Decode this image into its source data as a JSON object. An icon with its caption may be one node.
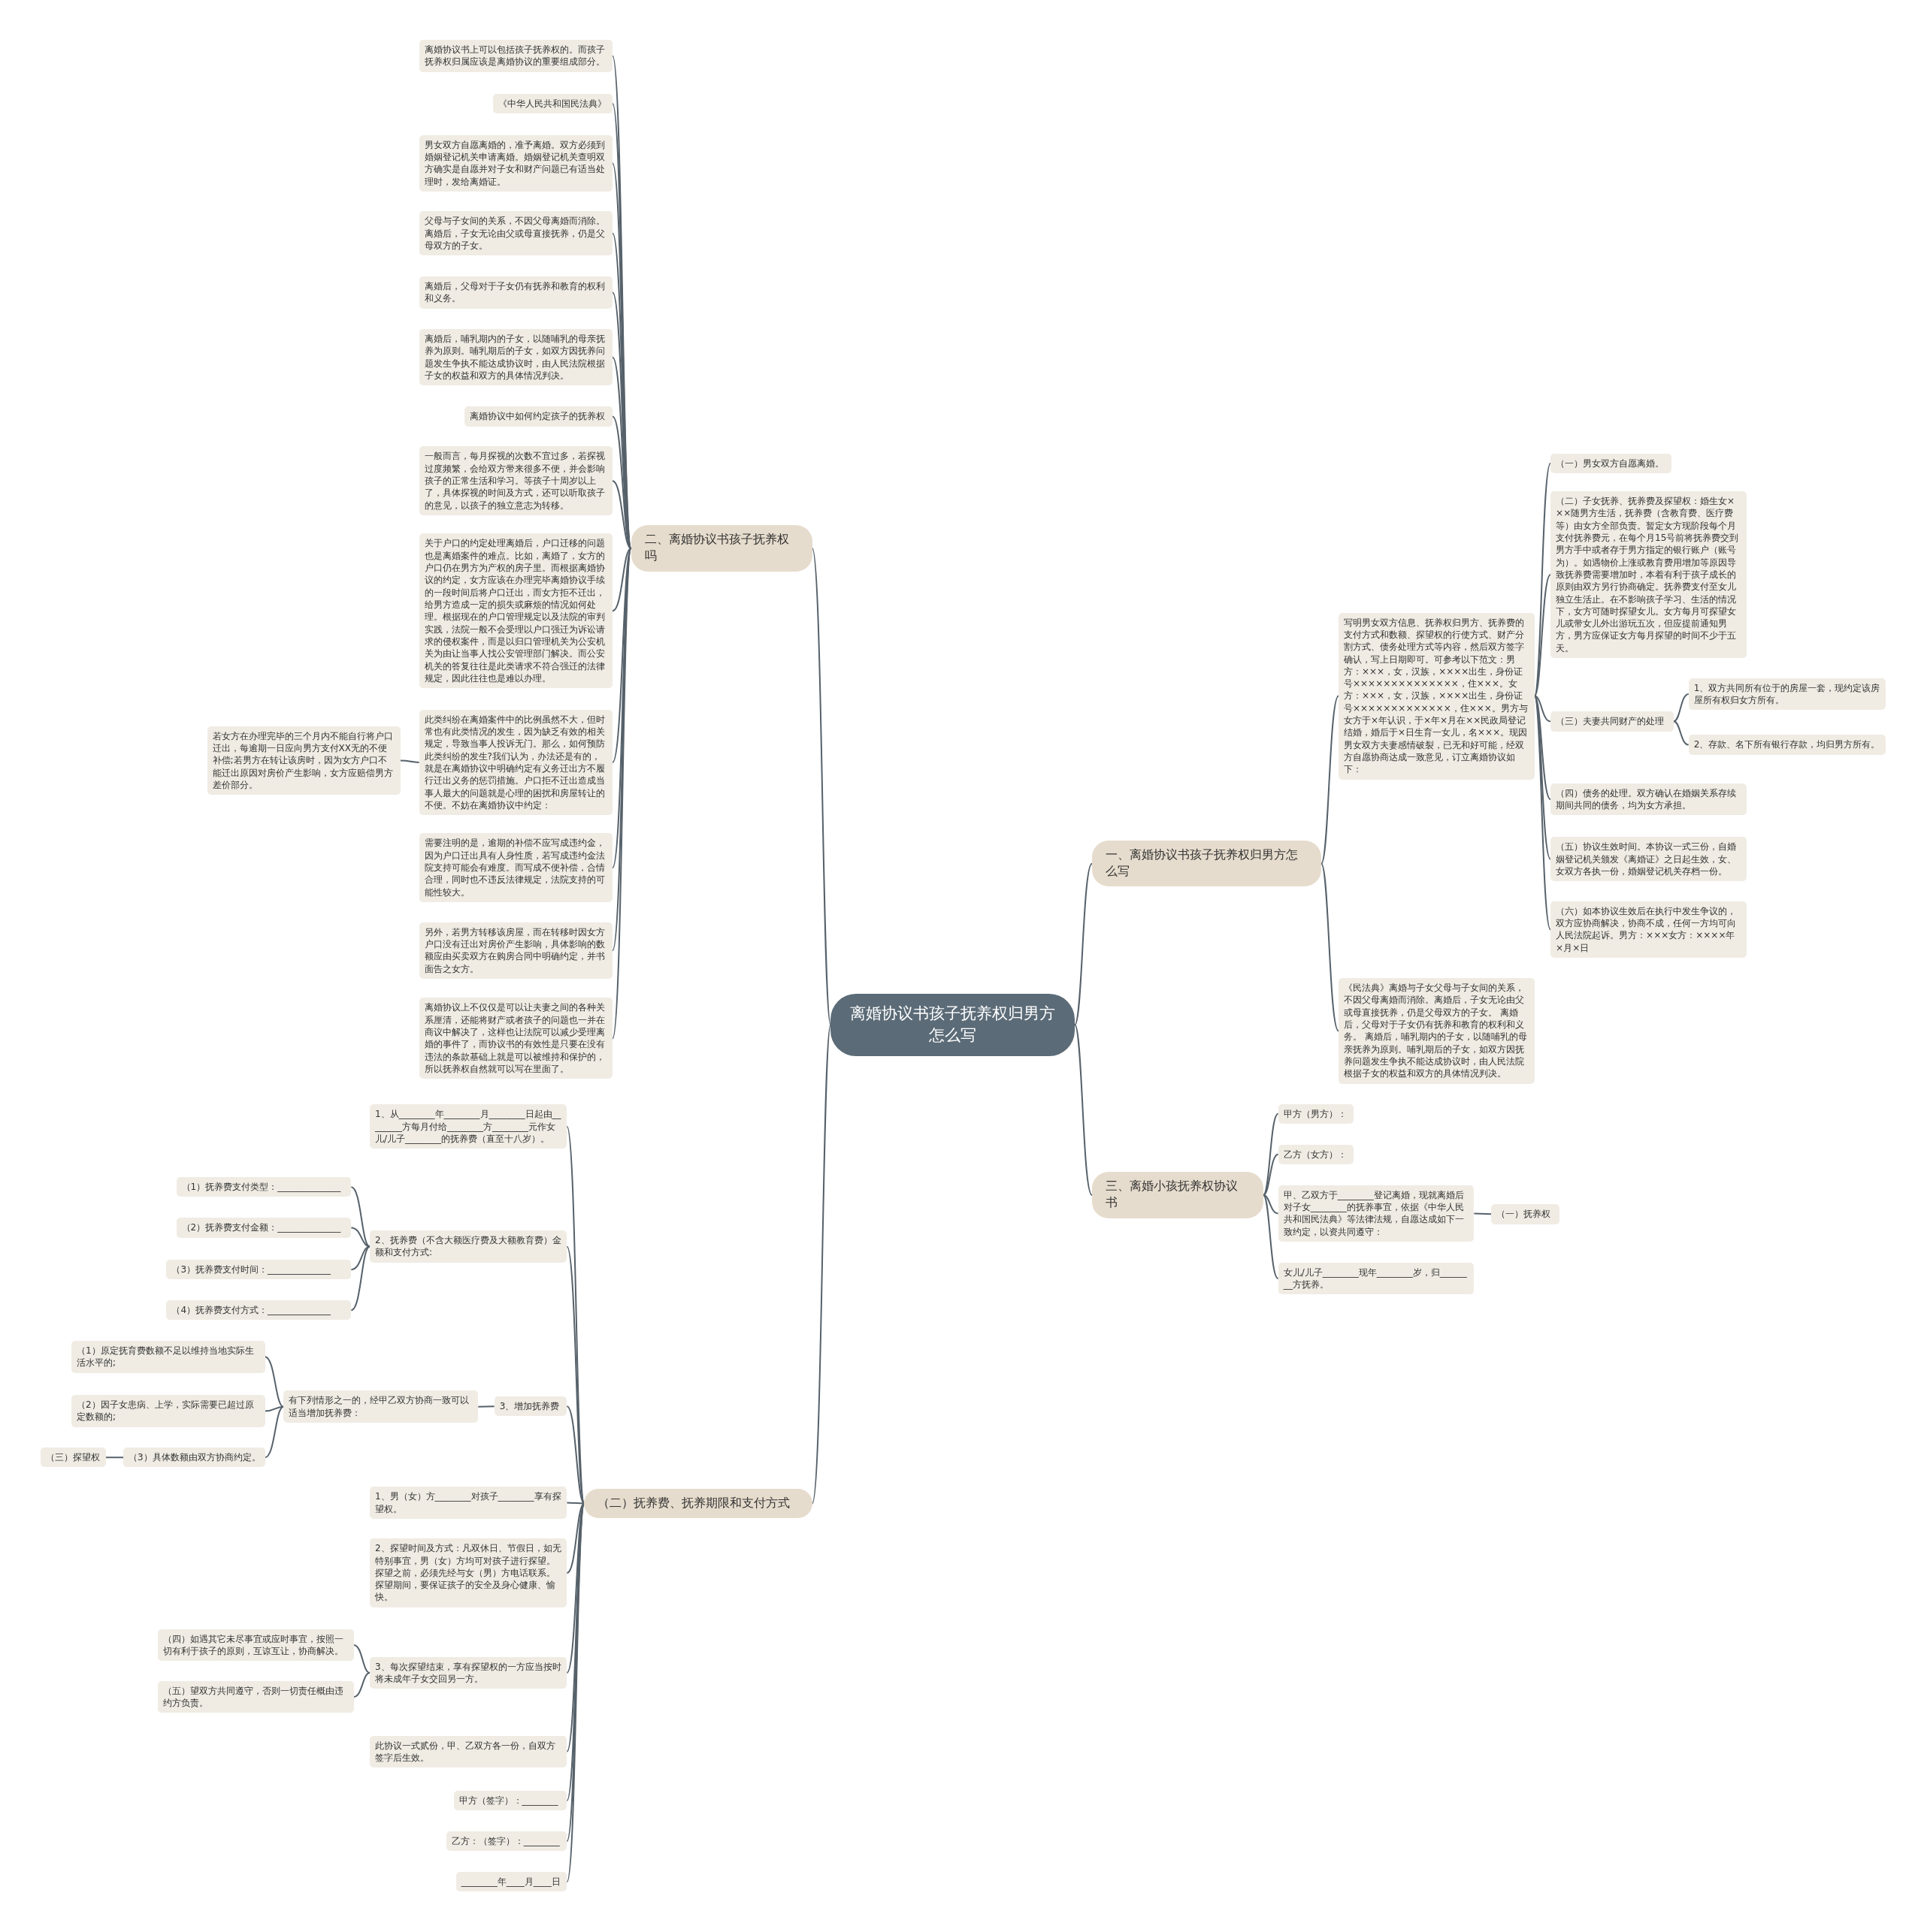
{
  "diagram": {
    "nodes": [
      {
        "text": [
          "离婚协议书孩子抚养权归男方怎么写"
        ]
      },
      {
        "text": [
          "一、离婚协议书孩子抚养权归男方怎么写"
        ]
      },
      {
        "text": [
          "写明男女双方信息、抚养权归男方、抚养费的支付方式和数额、探望权的行使方式、财产分割方式、债务处理方式等内容，然后双方签字确认，写上日期即可。可参考以下范文：男方：×××，女，汉族，××××出生，身份证号××××××××××××××，住×××。女方：×××，女，汉族，××××出生，身份证号×××××××××××××，住×××。男方与女方于×年认识，于×年×月在××民政局登记结婚，婚后于×日生育一女儿，名×××。现因男女双方夫妻感情破裂，已无和好可能，经双方自愿协商达成一致意见，订立离婚协议如下："
        ]
      },
      {
        "text": [
          "（一）男女双方自愿离婚。"
        ]
      },
      {
        "text": [
          "（二）子女抚养、抚养费及探望权：婚生女×××随男方生活，抚养费（含教育费、医疗费等）由女方全部负责。暂定女方现阶段每个月支付抚养费元，在每个月15号前将抚养费交到男方手中或者存于男方指定的银行账户（账号为）。如遇物价上涨或教育费用增加等原因导致抚养费需要增加时，本着有利于孩子成长的原则由双方另行协商确定。抚养费支付至女儿独立生活止。在不影响孩子学习、生活的情况下，女方可随时探望女儿。女方每月可探望女儿或带女儿外出游玩五次，但应提前通知男方，男方应保证女方每月探望的时间不少于五天。"
        ]
      },
      {
        "text": [
          "（三）夫妻共同财产的处理"
        ]
      },
      {
        "text": [
          "1、双方共同所有位于的房屋一套，现约定该房屋所有权归女方所有。"
        ]
      },
      {
        "text": [
          "2、存款、名下所有银行存款，均归男方所有。"
        ]
      },
      {
        "text": [
          "（四）债务的处理。双方确认在婚姻关系存续期间共同的债务，均为女方承担。"
        ]
      },
      {
        "text": [
          "（五）协议生效时间。本协议一式三份，自婚姻登记机关颁发《离婚证》之日起生效，女、女双方各执一份，婚姻登记机关存档一份。"
        ]
      },
      {
        "text": [
          "（六）如本协议生效后在执行中发生争议的，双方应协商解决，协商不成，任何一方均可向人民法院起诉。男方：×××女方：××××年×月×日"
        ]
      },
      {
        "text": [
          "《民法典》离婚与子女父母与子女间的关系，不因父母离婚而消除。离婚后，子女无论由父或母直接抚养，仍是父母双方的子女。 离婚后，父母对于子女仍有抚养和教育的权利和义务。 离婚后，哺乳期内的子女，以随哺乳的母亲抚养为原则。哺乳期后的子女，如双方因抚养问题发生争执不能达成协议时，由人民法院根据子女的权益和双方的具体情况判决。"
        ]
      },
      {
        "text": [
          "二、离婚协议书孩子抚养权吗"
        ]
      },
      {
        "text": [
          "离婚协议书上可以包括孩子抚养权的。而孩子抚养权归属应该是离婚协议的重要组成部分。"
        ]
      },
      {
        "text": [
          "《中华人民共和国民法典》"
        ]
      },
      {
        "text": [
          "男女双方自愿离婚的，准予离婚。双方必须到婚姻登记机关申请离婚。婚姻登记机关查明双方确实是自愿并对子女和财产问题已有适当处理时，发给离婚证。"
        ]
      },
      {
        "text": [
          "父母与子女间的关系，不因父母离婚而消除。离婚后，子女无论由父或母直接抚养，仍是父母双方的子女。"
        ]
      },
      {
        "text": [
          "离婚后，父母对于子女仍有抚养和教育的权利和义务。"
        ]
      },
      {
        "text": [
          "离婚后，哺乳期内的子女，以随哺乳的母亲抚养为原则。哺乳期后的子女，如双方因抚养问题发生争执不能达成协议时，由人民法院根据子女的权益和双方的具体情况判决。"
        ]
      },
      {
        "text": [
          "离婚协议中如何约定孩子的抚养权"
        ]
      },
      {
        "text": [
          "一般而言，每月探视的次数不宜过多，若探视过度频繁，会给双方带来很多不便，并会影响孩子的正常生活和学习。等孩子十周岁以上了，具体探视的时间及方式，还可以听取孩子的意见，以孩子的独立意志为转移。"
        ]
      },
      {
        "text": [
          "关于户口的约定处理离婚后，户口迁移的问题也是离婚案件的难点。比如，离婚了，女方的户口仍在男方为产权的房子里。而根据离婚协议的约定，女方应该在办理完毕离婚协议手续的一段时间后将户口迁出，而女方拒不迁出，给男方造成一定的损失或麻烦的情况如何处理。根据现在的户口管理规定以及法院的审判实践，法院一般不会受理以户口强迁为诉讼请求的侵权案件，而是以归口管理机关为公安机关为由让当事人找公安管理部门解决。而公安机关的答复往往是此类请求不符合强迁的法律规定，因此往往也是难以办理。"
        ]
      },
      {
        "text": [
          "此类纠纷在离婚案件中的比例虽然不大，但时常也有此类情况的发生，因为缺乏有效的相关规定，导致当事人投诉无门。那么，如何预防此类纠纷的发生?我们认为，办法还是有的，就是在离婚协议中明确约定有义务迁出方不履行迁出义务的惩罚措施。户口拒不迁出造成当事人最大的问题就是心理的困扰和房屋转让的不便。不妨在离婚协议中约定："
        ]
      },
      {
        "text": [
          "若女方在办理完毕的三个月内不能自行将户口迁出，每逾期一日应向男方支付XX无的不便补偿;若男方在转让该房时，因为女方户口不能迁出原因对房价产生影响，女方应赔偿男方差价部分。"
        ]
      },
      {
        "text": [
          "需要注明的是，逾期的补偿不应写成违约金，因为户口迁出具有人身性质，若写成违约金法院支持可能会有难度。而写成不便补偿，合情合理，同时也不违反法律规定，法院支持的可能性较大。"
        ]
      },
      {
        "text": [
          "另外，若男方转移该房屋，而在转移时因女方户口没有迁出对房价产生影响，具体影响的数额应由买卖双方在购房合同中明确约定，并书面告之女方。"
        ]
      },
      {
        "text": [
          "离婚协议上不仅仅是可以让夫妻之间的各种关系厘清，还能将财产或者孩子的问题也一并在商议中解决了，这样也让法院可以减少受理离婚的事件了，而协议书的有效性是只要在没有违法的条款基础上就是可以被维持和保护的，所以抚养权自然就可以写在里面了。"
        ]
      },
      {
        "text": [
          "三、离婚小孩抚养权协议书"
        ]
      },
      {
        "text": [
          "甲方（男方）："
        ]
      },
      {
        "text": [
          "乙方（女方）："
        ]
      },
      {
        "text": [
          "甲、乙双方于________登记离婚，现就离婚后对子女________的抚养事宜，依据《中华人民共和国民法典》等法律法规，自愿达成如下一致约定，以资共同遵守："
        ]
      },
      {
        "text": [
          "（一）抚养权"
        ]
      },
      {
        "text": [
          "女儿/儿子________现年________岁，归________方抚养。"
        ]
      },
      {
        "text": [
          "（二）抚养费、抚养期限和支付方式"
        ]
      },
      {
        "text": [
          "1、从________年________月________日起由________方每月付给________方________元作女儿/儿子________的抚养费（直至十八岁）。"
        ]
      },
      {
        "text": [
          "2、抚养费（不含大额医疗费及大额教育费）金额和支付方式:"
        ]
      },
      {
        "text": [
          "（1）抚养费支付类型：______________"
        ]
      },
      {
        "text": [
          "（2）抚养费支付金额：______________"
        ]
      },
      {
        "text": [
          "（3）抚养费支付时间：______________"
        ]
      },
      {
        "text": [
          "（4）抚养费支付方式：______________"
        ]
      },
      {
        "text": [
          "3、增加抚养费"
        ]
      },
      {
        "text": [
          "有下列情形之一的，经甲乙双方协商一致可以适当增加抚养费："
        ]
      },
      {
        "text": [
          "（1）原定抚育费数额不足以维持当地实际生活水平的;"
        ]
      },
      {
        "text": [
          "（2）因子女患病、上学，实际需要已超过原定数额的;"
        ]
      },
      {
        "text": [
          "（3）具体数额由双方协商约定。"
        ]
      },
      {
        "text": [
          "（三）探望权"
        ]
      },
      {
        "text": [
          "1、男（女）方________对孩子________享有探望权。"
        ]
      },
      {
        "text": [
          "2、探望时间及方式：凡双休日、节假日，如无特别事宜，男（女）方均可对孩子进行探望。探望之前，必须先经与女（男）方电话联系。探望期间，要保证孩子的安全及身心健康、愉快。"
        ]
      },
      {
        "text": [
          "3、每次探望结束，享有探望权的一方应当按时将未成年子女交回另一方。"
        ]
      },
      {
        "text": [
          "（四）如遇其它未尽事宜或应时事宜，按照一切有利于孩子的原则，互谅互让，协商解决。"
        ]
      },
      {
        "text": [
          "（五）望双方共同遵守，否则一切责任概由违约方负责。"
        ]
      },
      {
        "text": [
          "此协议一式贰份，甲、乙双方各一份，自双方签字后生效。"
        ]
      },
      {
        "text": [
          "甲方（签字）：________"
        ]
      },
      {
        "text": [
          "乙方：（签字）：________"
        ]
      },
      {
        "text": [
          "________年____月____日"
        ]
      }
    ],
    "edges": [
      {
        "from": 0,
        "to": 1,
        "arrow": "none"
      },
      {
        "from": 0,
        "to": 12,
        "arrow": "none"
      },
      {
        "from": 0,
        "to": 27,
        "arrow": "none"
      },
      {
        "from": 0,
        "to": 33,
        "arrow": "none"
      },
      {
        "from": 1,
        "to": 2,
        "arrow": "none"
      },
      {
        "from": 1,
        "to": 11,
        "arrow": "none"
      },
      {
        "from": 2,
        "to": 3,
        "arrow": "none"
      },
      {
        "from": 2,
        "to": 4,
        "arrow": "none"
      },
      {
        "from": 2,
        "to": 5,
        "arrow": "none"
      },
      {
        "from": 2,
        "to": 8,
        "arrow": "none"
      },
      {
        "from": 2,
        "to": 9,
        "arrow": "none"
      },
      {
        "from": 2,
        "to": 10,
        "arrow": "none"
      },
      {
        "from": 5,
        "to": 6,
        "arrow": "none"
      },
      {
        "from": 5,
        "to": 7,
        "arrow": "none"
      },
      {
        "from": 12,
        "to": 13,
        "arrow": "none"
      },
      {
        "from": 12,
        "to": 14,
        "arrow": "none"
      },
      {
        "from": 12,
        "to": 15,
        "arrow": "none"
      },
      {
        "from": 12,
        "to": 16,
        "arrow": "none"
      },
      {
        "from": 12,
        "to": 17,
        "arrow": "none"
      },
      {
        "from": 12,
        "to": 18,
        "arrow": "none"
      },
      {
        "from": 12,
        "to": 19,
        "arrow": "none"
      },
      {
        "from": 12,
        "to": 20,
        "arrow": "none"
      },
      {
        "from": 12,
        "to": 21,
        "arrow": "none"
      },
      {
        "from": 12,
        "to": 22,
        "arrow": "none"
      },
      {
        "from": 22,
        "to": 23,
        "arrow": "none"
      },
      {
        "from": 12,
        "to": 24,
        "arrow": "none"
      },
      {
        "from": 12,
        "to": 25,
        "arrow": "none"
      },
      {
        "from": 12,
        "to": 26,
        "arrow": "none"
      },
      {
        "from": 27,
        "to": 28,
        "arrow": "none"
      },
      {
        "from": 27,
        "to": 29,
        "arrow": "none"
      },
      {
        "from": 27,
        "to": 30,
        "arrow": "none"
      },
      {
        "from": 30,
        "to": 31,
        "arrow": "none"
      },
      {
        "from": 27,
        "to": 32,
        "arrow": "none"
      },
      {
        "from": 33,
        "to": 34,
        "arrow": "none"
      },
      {
        "from": 33,
        "to": 35,
        "arrow": "none"
      },
      {
        "from": 35,
        "to": 36,
        "arrow": "none"
      },
      {
        "from": 35,
        "to": 37,
        "arrow": "none"
      },
      {
        "from": 35,
        "to": 38,
        "arrow": "none"
      },
      {
        "from": 35,
        "to": 39,
        "arrow": "none"
      },
      {
        "from": 33,
        "to": 40,
        "arrow": "none"
      },
      {
        "from": 40,
        "to": 41,
        "arrow": "none"
      },
      {
        "from": 41,
        "to": 42,
        "arrow": "none"
      },
      {
        "from": 41,
        "to": 43,
        "arrow": "none"
      },
      {
        "from": 41,
        "to": 44,
        "arrow": "none"
      },
      {
        "from": 44,
        "to": 45,
        "arrow": "none"
      },
      {
        "from": 33,
        "to": 46,
        "arrow": "none"
      },
      {
        "from": 33,
        "to": 47,
        "arrow": "none"
      },
      {
        "from": 33,
        "to": 48,
        "arrow": "none"
      },
      {
        "from": 48,
        "to": 49,
        "arrow": "none"
      },
      {
        "from": 48,
        "to": 50,
        "arrow": "none"
      },
      {
        "from": 33,
        "to": 51,
        "arrow": "none"
      },
      {
        "from": 33,
        "to": 52,
        "arrow": "none"
      },
      {
        "from": 33,
        "to": 53,
        "arrow": "none"
      },
      {
        "from": 33,
        "to": 54,
        "arrow": "none"
      }
    ]
  }
}
